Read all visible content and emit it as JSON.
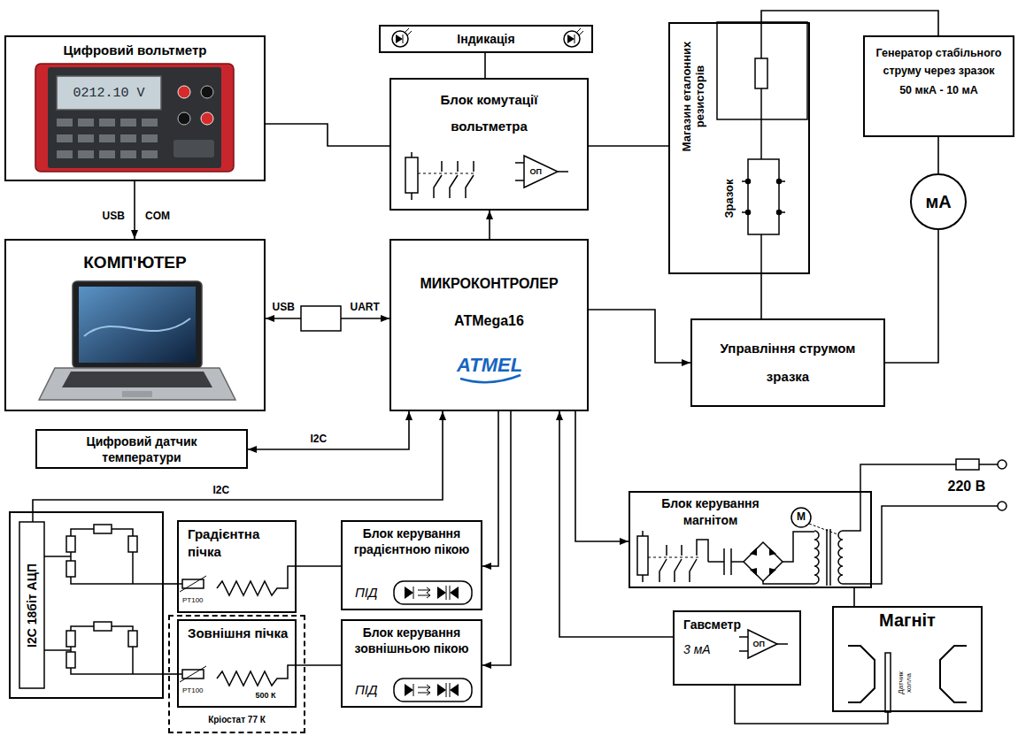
{
  "diagram": {
    "nodes": [
      {
        "text": [
          "Цифровий вольтметр"
        ]
      },
      {
        "text": [
          "Індикація"
        ]
      },
      {
        "text": [
          "Блок комутації вольтметра"
        ]
      },
      {
        "text": [
          "Магазин еталонних резисторів",
          "Зразок"
        ]
      },
      {
        "text": [
          "Генератор стабільного струму через зразок",
          "50 мкА - 10 мА"
        ]
      },
      {
        "text": [
          "мА"
        ]
      },
      {
        "text": [
          "КОМП'ЮТЕР"
        ]
      },
      {
        "text": [
          "МИКРОКОНТРОЛЕР",
          "ATMega16"
        ]
      },
      {
        "text": [
          "Управління струмом зразка"
        ]
      },
      {
        "text": [
          "Цифровий датчик температури"
        ]
      },
      {
        "text": [
          "Блок керування магнітом"
        ]
      },
      {
        "text": [
          "I2C 18біт АЦП"
        ]
      },
      {
        "text": [
          "Градієнтна пічка"
        ]
      },
      {
        "text": [
          "Блок керування градієнтною пікою",
          "ПІД"
        ]
      },
      {
        "text": [
          "Кріостат 77 К"
        ]
      },
      {
        "text": [
          "Зовнішня пічка"
        ],
        "in": 14
      },
      {
        "text": [
          "Блок керування зовнішньою пікою",
          "ПІД"
        ]
      },
      {
        "text": [
          "Гавсметр",
          "3 мА"
        ]
      },
      {
        "text": [
          "Магніт"
        ]
      }
    ],
    "edges": [
      {
        "from": 0,
        "to": 6,
        "arrow": "to"
      },
      {
        "from": 0,
        "to": 2,
        "arrow": "none"
      },
      {
        "from": 1,
        "to": 2,
        "arrow": "none"
      },
      {
        "from": 2,
        "to": 3,
        "arrow": "none"
      },
      {
        "from": 7,
        "to": 2,
        "arrow": "to"
      },
      {
        "from": 6,
        "to": 7,
        "arrow": "both"
      },
      {
        "from": 7,
        "to": 8,
        "arrow": "to"
      },
      {
        "from": 3,
        "to": 8,
        "arrow": "none"
      },
      {
        "from": 8,
        "to": 5,
        "arrow": "none"
      },
      {
        "from": 5,
        "to": 4,
        "arrow": "none"
      },
      {
        "from": 4,
        "to": 3,
        "arrow": "none"
      },
      {
        "from": 9,
        "to": 7,
        "label": "I2C",
        "arrow": "both"
      },
      {
        "from": 11,
        "to": 7,
        "label": "I2C",
        "arrow": "to"
      },
      {
        "from": 7,
        "to": 13,
        "arrow": "to"
      },
      {
        "from": 7,
        "to": 16,
        "arrow": "to"
      },
      {
        "from": 7,
        "to": 10,
        "arrow": "to"
      },
      {
        "from": 17,
        "to": 7,
        "arrow": "to"
      },
      {
        "from": 13,
        "to": 12,
        "arrow": "none"
      },
      {
        "from": 16,
        "to": 15,
        "arrow": "none"
      },
      {
        "from": 11,
        "to": 12,
        "arrow": "none"
      },
      {
        "from": 11,
        "to": 15,
        "arrow": "none"
      },
      {
        "from": 10,
        "to": 18,
        "arrow": "none"
      },
      {
        "from": 18,
        "to": 17,
        "arrow": "none"
      }
    ],
    "labels": [
      "0212.10 V",
      "USB",
      "COM",
      "USB",
      "UART",
      "ATMEL",
      "ОП",
      "ОП",
      "PT100",
      "PT100",
      "500 К",
      "M",
      "220 В",
      "Датчик холла"
    ]
  }
}
